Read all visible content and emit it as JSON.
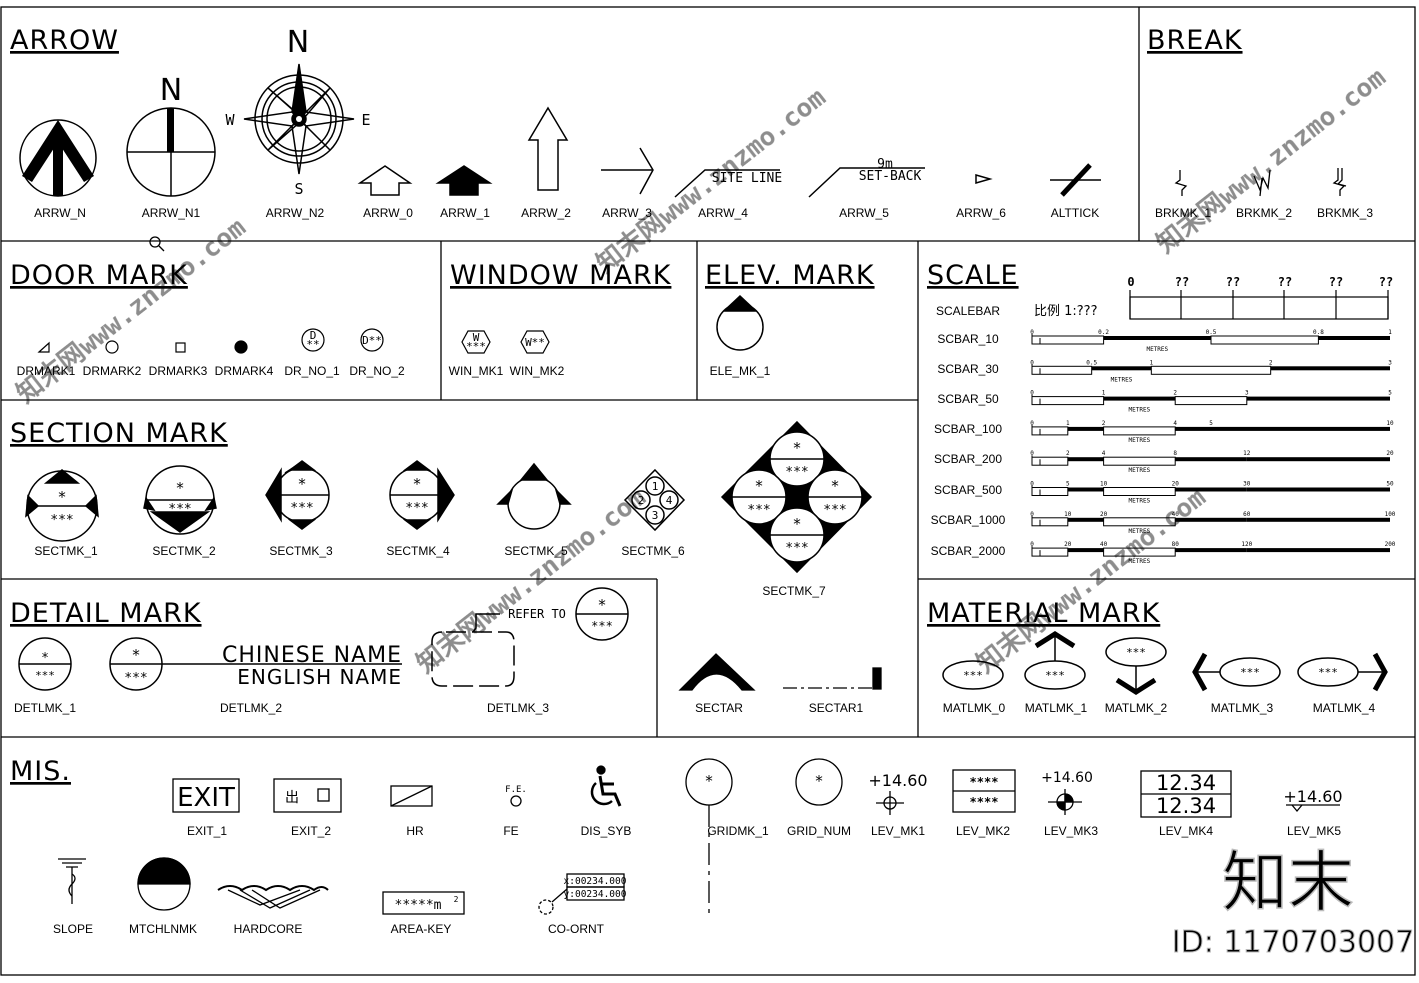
{
  "sections": {
    "arrow": "ARROW",
    "break": "BREAK",
    "door": "DOOR MARK",
    "window": "WINDOW MARK",
    "elev": "ELEV. MARK",
    "scale": "SCALE",
    "section": "SECTION MARK",
    "detail": "DETAIL MARK",
    "material": "MATERIAL MARK",
    "mis": "MIS."
  },
  "arrow_labels": [
    "ARRW_N",
    "ARRW_N1",
    "ARRW_N2",
    "ARRW_0",
    "ARRW_1",
    "ARRW_2",
    "ARRW_3",
    "ARRW_4",
    "ARRW_5",
    "ARRW_6",
    "ALTTICK"
  ],
  "compass": {
    "n": "N",
    "w": "W",
    "e": "E",
    "s": "S"
  },
  "site_line": "SITE LINE",
  "setback": {
    "dist": "9m",
    "label": "SET-BACK"
  },
  "break_labels": [
    "BRKMK_1",
    "BRKMK_2",
    "BRKMK_3"
  ],
  "door_labels": [
    "DRMARK1",
    "DRMARK2",
    "DRMARK3",
    "DRMARK4",
    "DR_NO_1",
    "DR_NO_2"
  ],
  "door_tags": {
    "d": "D",
    "dstars": "**",
    "dlong": "D**"
  },
  "window_labels": [
    "WIN_MK1",
    "WIN_MK2"
  ],
  "window_tags": {
    "w": "W",
    "wstars": "***",
    "wlong": "W**"
  },
  "elev_label": "ELE_MK_1",
  "scale": {
    "row_labels": [
      "SCALEBAR",
      "SCBAR_10",
      "SCBAR_30",
      "SCBAR_50",
      "SCBAR_100",
      "SCBAR_200",
      "SCBAR_500",
      "SCBAR_1000",
      "SCBAR_2000"
    ],
    "ratio": "比例 1:???",
    "top_ticks": [
      "0",
      "??",
      "??",
      "??",
      "??",
      "??"
    ],
    "unit": "METRES",
    "bar_ticks": [
      [
        "0",
        "0.2",
        "0.5",
        "0.8",
        "1"
      ],
      [
        "0",
        "0.5",
        "1",
        "2",
        "3"
      ],
      [
        "0",
        "1",
        "2",
        "3",
        "5"
      ],
      [
        "0",
        "1",
        "2",
        "4",
        "5",
        "10"
      ],
      [
        "0",
        "2",
        "4",
        "8",
        "12",
        "20"
      ],
      [
        "0",
        "5",
        "10",
        "20",
        "30",
        "50"
      ],
      [
        "0",
        "10",
        "20",
        "40",
        "60",
        "100"
      ],
      [
        "0",
        "20",
        "40",
        "80",
        "120",
        "200"
      ]
    ]
  },
  "section_labels": [
    "SECTMK_1",
    "SECTMK_2",
    "SECTMK_3",
    "SECTMK_4",
    "SECTMK_5",
    "SECTMK_6",
    "SECTMK_7"
  ],
  "marks": {
    "star": "*",
    "stars": "***"
  },
  "sectmk6_nums": [
    "1",
    "2",
    "3",
    "4"
  ],
  "sectar_labels": [
    "SECTAR",
    "SECTAR1"
  ],
  "detail": {
    "labels": [
      "DETLMK_1",
      "DETLMK_2",
      "DETLMK_3"
    ],
    "chinese": "CHINESE NAME",
    "english": "ENGLISH NAME",
    "refer": "REFER TO"
  },
  "material_labels": [
    "MATLMK_0",
    "MATLMK_1",
    "MATLMK_2",
    "MATLMK_3",
    "MATLMK_4"
  ],
  "mis": {
    "labels": [
      "EXIT_1",
      "EXIT_2",
      "HR",
      "FE",
      "DIS_SYB",
      "GRIDMK_1",
      "GRID_NUM",
      "LEV_MK1",
      "LEV_MK2",
      "LEV_MK3",
      "LEV_MK4",
      "LEV_MK5"
    ],
    "labels2": [
      "SLOPE",
      "MTCHLNMK",
      "HARDCORE",
      "AREA-KEY",
      "CO-ORNT"
    ],
    "exit": "EXIT",
    "exit2": "出",
    "fe": "F.E.",
    "lev": "+14.60",
    "lev2": "****",
    "lev4": "12.34",
    "area": "*****m",
    "area_sup": "2",
    "coord1": "x:00234.000",
    "coord2": "y:00234.000"
  },
  "watermark": {
    "brand": "知末",
    "id": "ID: 1170703007",
    "repeat": "知末网www.znzmo.com"
  }
}
